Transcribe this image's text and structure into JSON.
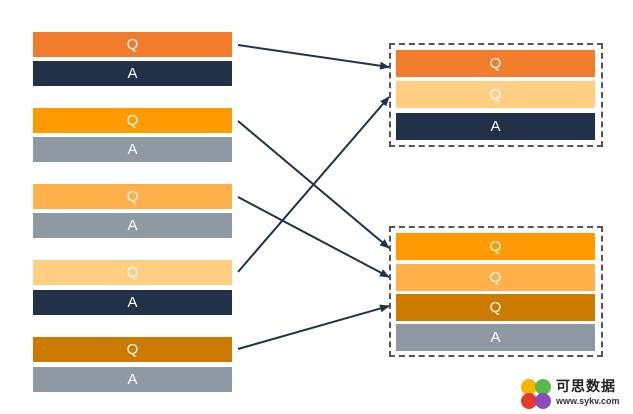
{
  "colors": {
    "orange": "#F07C2C",
    "navy": "#213147",
    "amber": "#FF9B00",
    "gray": "#8E99A3",
    "light_orange": "#FFB04A",
    "pale_orange": "#FFCE80",
    "dark_orange": "#CC7A00"
  },
  "left_pairs": [
    {
      "q": "Q",
      "a": "A",
      "q_color": "orange",
      "a_color": "navy"
    },
    {
      "q": "Q",
      "a": "A",
      "q_color": "amber",
      "a_color": "gray"
    },
    {
      "q": "Q",
      "a": "A",
      "q_color": "light_orange",
      "a_color": "gray"
    },
    {
      "q": "Q",
      "a": "A",
      "q_color": "pale_orange",
      "a_color": "navy"
    },
    {
      "q": "Q",
      "a": "A",
      "q_color": "dark_orange",
      "a_color": "gray"
    }
  ],
  "right_groups": [
    {
      "rows": [
        {
          "label": "Q",
          "color": "orange"
        },
        {
          "label": "Q",
          "color": "pale_orange"
        },
        {
          "label": "A",
          "color": "navy"
        }
      ]
    },
    {
      "rows": [
        {
          "label": "Q",
          "color": "amber"
        },
        {
          "label": "Q",
          "color": "light_orange"
        },
        {
          "label": "Q",
          "color": "dark_orange"
        },
        {
          "label": "A",
          "color": "gray"
        }
      ]
    }
  ],
  "watermark": {
    "title": "可思数据",
    "url": "www.sykv.com",
    "colors": [
      "#F5B400",
      "#5BB94B",
      "#E63A2E",
      "#8C4BB8"
    ]
  }
}
